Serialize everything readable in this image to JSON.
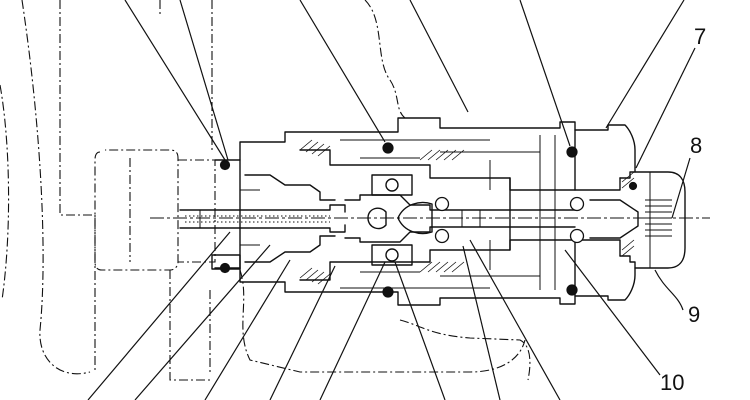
{
  "callouts": [
    {
      "id": "7",
      "text": "7"
    },
    {
      "id": "8",
      "text": "8"
    },
    {
      "id": "9",
      "text": "9"
    },
    {
      "id": "10",
      "text": "10"
    }
  ],
  "colors": {
    "line": "#111111",
    "background": "#ffffff"
  }
}
